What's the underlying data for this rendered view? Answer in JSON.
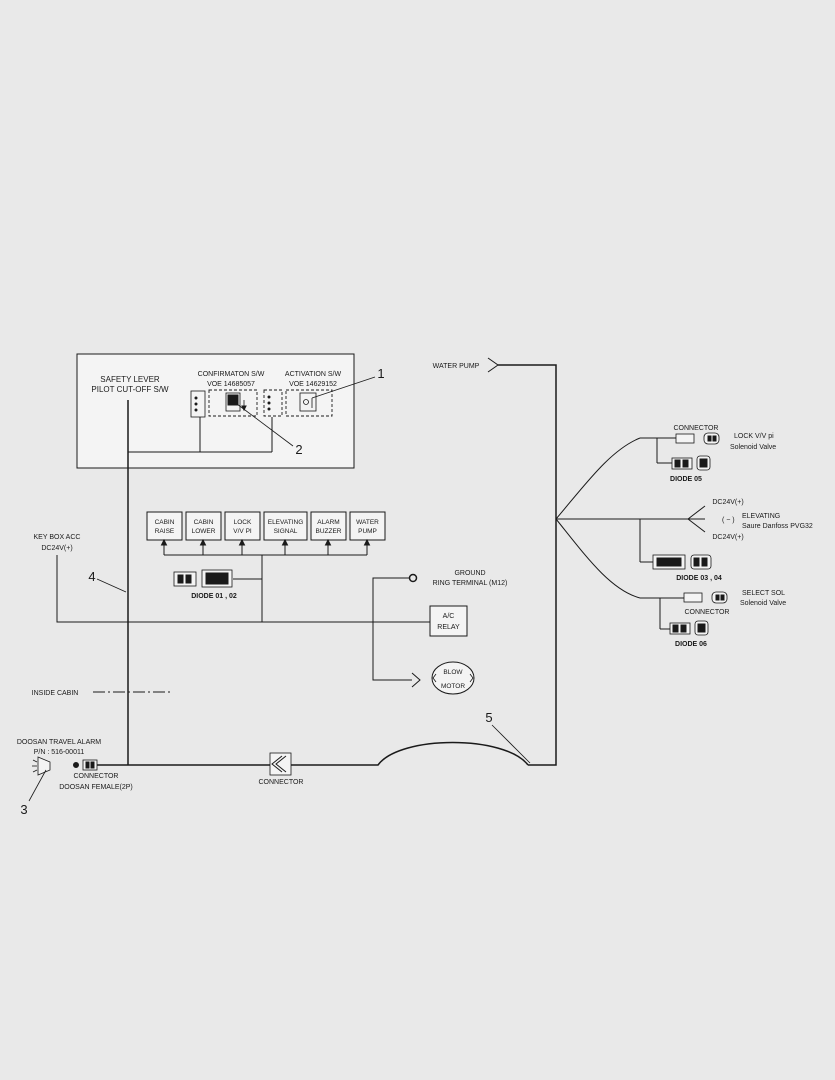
{
  "switch_box": {
    "safety_lever": [
      "SAFETY LEVER",
      "PILOT CUT-OFF S/W"
    ],
    "confirmation": [
      "CONFIRMATON S/W",
      "VOE 14685057"
    ],
    "activation": [
      "ACTIVATION S/W",
      "VOE 14629152"
    ]
  },
  "relay_boxes": [
    [
      "CABIN",
      "RAISE"
    ],
    [
      "CABIN",
      "LOWER"
    ],
    [
      "LOCK",
      "V/V PI"
    ],
    [
      "ELEVATING",
      "SIGNAL"
    ],
    [
      "ALARM",
      "BUZZER"
    ],
    [
      "WATER",
      "PUMP"
    ]
  ],
  "labels": {
    "water_pump": "WATER PUMP",
    "key_box": [
      "KEY BOX ACC",
      "DC24V(+)"
    ],
    "diode_0102": "DIODE 01 , 02",
    "ground": [
      "GROUND",
      "RING TERMINAL (M12)"
    ],
    "ac_relay": [
      "A/C",
      "RELAY"
    ],
    "blow_motor": [
      "BLOW",
      "MOTOR"
    ],
    "inside_cabin": "INSIDE CABIN",
    "travel_alarm": [
      "DOOSAN TRAVEL ALARM",
      "P/N : 516-00011"
    ],
    "connector_female": [
      "CONNECTOR",
      "DOOSAN FEMALE(2P)"
    ],
    "connector_mid": "CONNECTOR"
  },
  "right_side": {
    "connector_top": "CONNECTOR",
    "lock_vv": [
      "LOCK V/V pi",
      "Solenoid Valve"
    ],
    "diode_05": "DIODE 05",
    "dc24_top": "DC24V(+)",
    "elevating": [
      "ELEVATING",
      "Saure Danfoss PVG32"
    ],
    "minus": "( − )",
    "dc24_bottom": "DC24V(+)",
    "diode_0304": "DIODE 03 , 04",
    "select_sol": [
      "SELECT SOL",
      "Solenoid Valve"
    ],
    "connector_bottom": "CONNECTOR",
    "diode_06": "DIODE 06"
  },
  "callouts": [
    "1",
    "2",
    "3",
    "4",
    "5"
  ]
}
